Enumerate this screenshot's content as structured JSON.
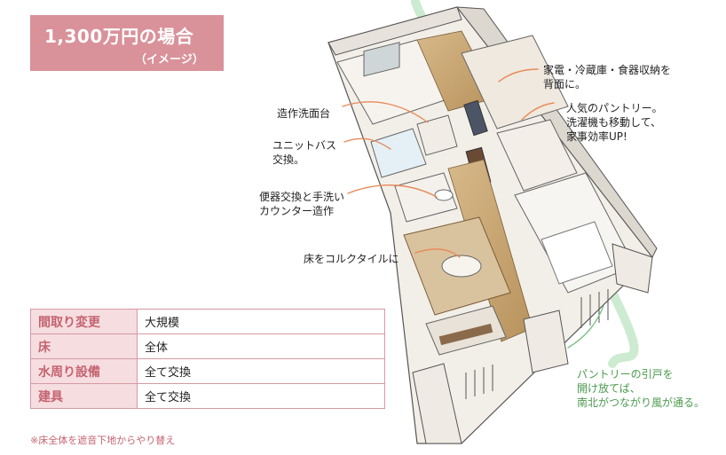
{
  "title": {
    "main": "1,300万円の場合",
    "sub": "（イメージ）"
  },
  "spec": [
    {
      "label": "間取り変更",
      "value": "大規模"
    },
    {
      "label": "床",
      "value": "全体"
    },
    {
      "label": "水周り設備",
      "value": "全て交換"
    },
    {
      "label": "建具",
      "value": "全て交換"
    }
  ],
  "footnote": "※床全体を遮音下地からやり替え",
  "callouts": {
    "washbasin": "造作洗面台",
    "bath_1": "ユニットバス",
    "bath_2": "交換。",
    "toilet_1": "便器交換と手洗い",
    "toilet_2": "カウンター造作",
    "floor": "床をコルクタイルに",
    "storage_1": "家電・冷蔵庫・食器収納を",
    "storage_2": "背面に。",
    "pantry_1": "人気のパントリー。",
    "pantry_2": "洗濯機も移動して、",
    "pantry_3": "家事効率UP!",
    "wind_1": "パントリーの引戸を",
    "wind_2": "開け放てば、",
    "wind_3": "南北がつながり風が通る。"
  },
  "colors": {
    "accent": "#d9919a",
    "table_label_bg": "#f6dde0",
    "green_note": "#4b9a4e"
  }
}
